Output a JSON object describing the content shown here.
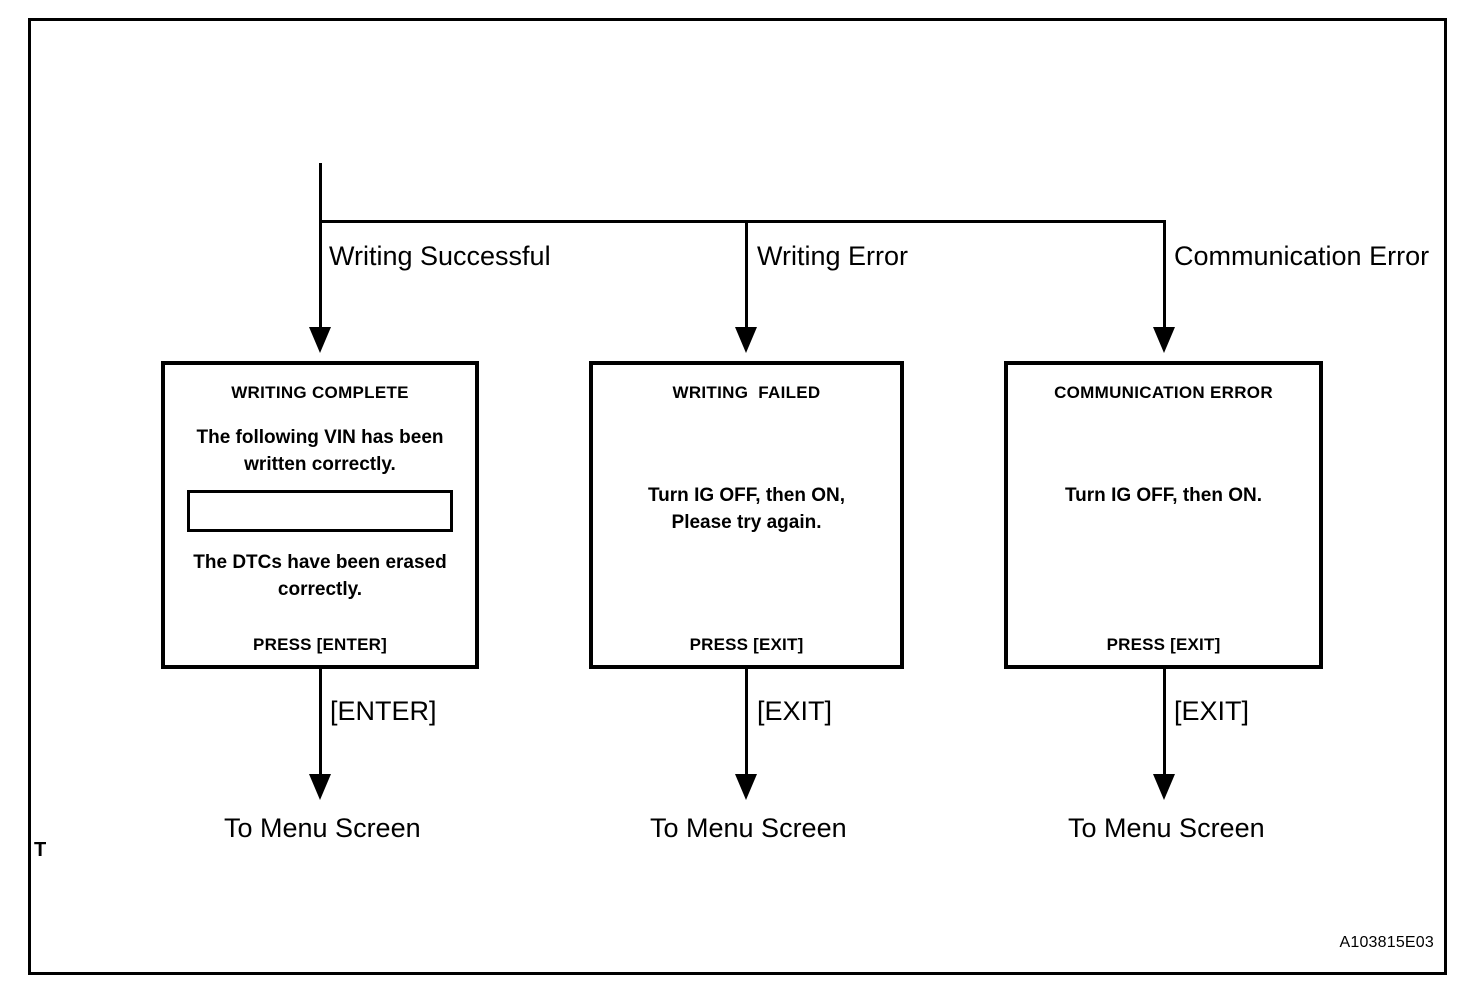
{
  "figure": {
    "code": "A103815E03",
    "corner_mark": "T"
  },
  "flow": {
    "branches": [
      {
        "label": "Writing Successful",
        "key_label": "[ENTER]",
        "destination": "To Menu Screen"
      },
      {
        "label": "Writing Error",
        "key_label": "[EXIT]",
        "destination": "To Menu Screen"
      },
      {
        "label": "Communication Error",
        "key_label": "[EXIT]",
        "destination": "To Menu Screen"
      }
    ]
  },
  "screens": [
    {
      "title": "WRITING COMPLETE",
      "body_top": "The following VIN has been\nwritten correctly.",
      "vin_value": "",
      "body_bottom": "The DTCs have been erased\ncorrectly.",
      "footer": "PRESS [ENTER]"
    },
    {
      "title": "WRITING  FAILED",
      "body": "Turn IG OFF, then ON,\nPlease try again.",
      "footer": "PRESS [EXIT]"
    },
    {
      "title": "COMMUNICATION ERROR",
      "body": "Turn IG OFF, then ON.",
      "footer": "PRESS [EXIT]"
    }
  ],
  "colors": {
    "line": "#000000",
    "background": "#ffffff"
  }
}
